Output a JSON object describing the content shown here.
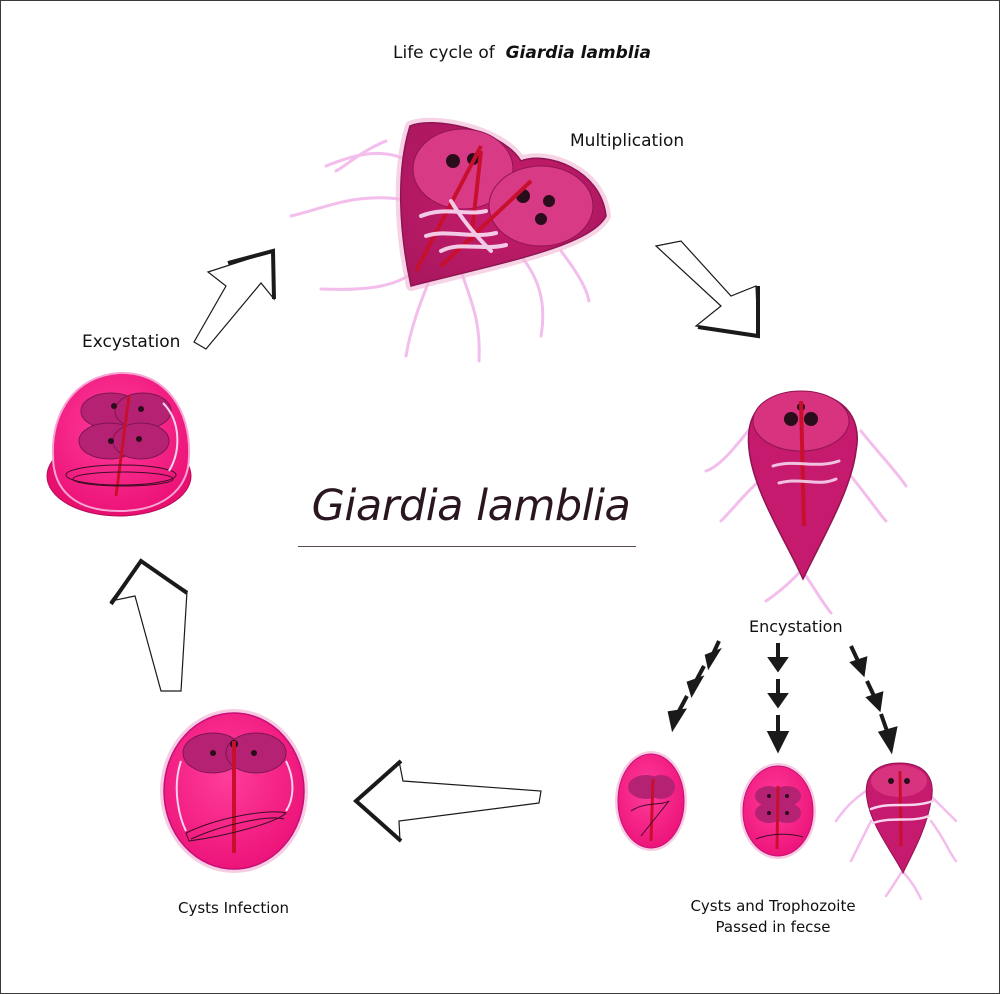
{
  "title": {
    "prefix": "Life cycle of",
    "organism": "Giardia lamblia"
  },
  "center_title": "Giardia lamblia",
  "stages": {
    "multiplication": "Multiplication",
    "encystation": "Encystation",
    "passed_line1": "Cysts and Trophozoite",
    "passed_line2": "Passed in fecse",
    "cysts_infection": "Cysts Infection",
    "excystation": "Excystation"
  },
  "colors": {
    "cell_pink": "#f5177f",
    "cell_magenta": "#d91e74",
    "nucleus_purple": "#b0216f",
    "flagella_pink": "#f2b6ea",
    "axostyle_red": "#c8102e",
    "arrow_stroke": "#1a1a1a"
  }
}
